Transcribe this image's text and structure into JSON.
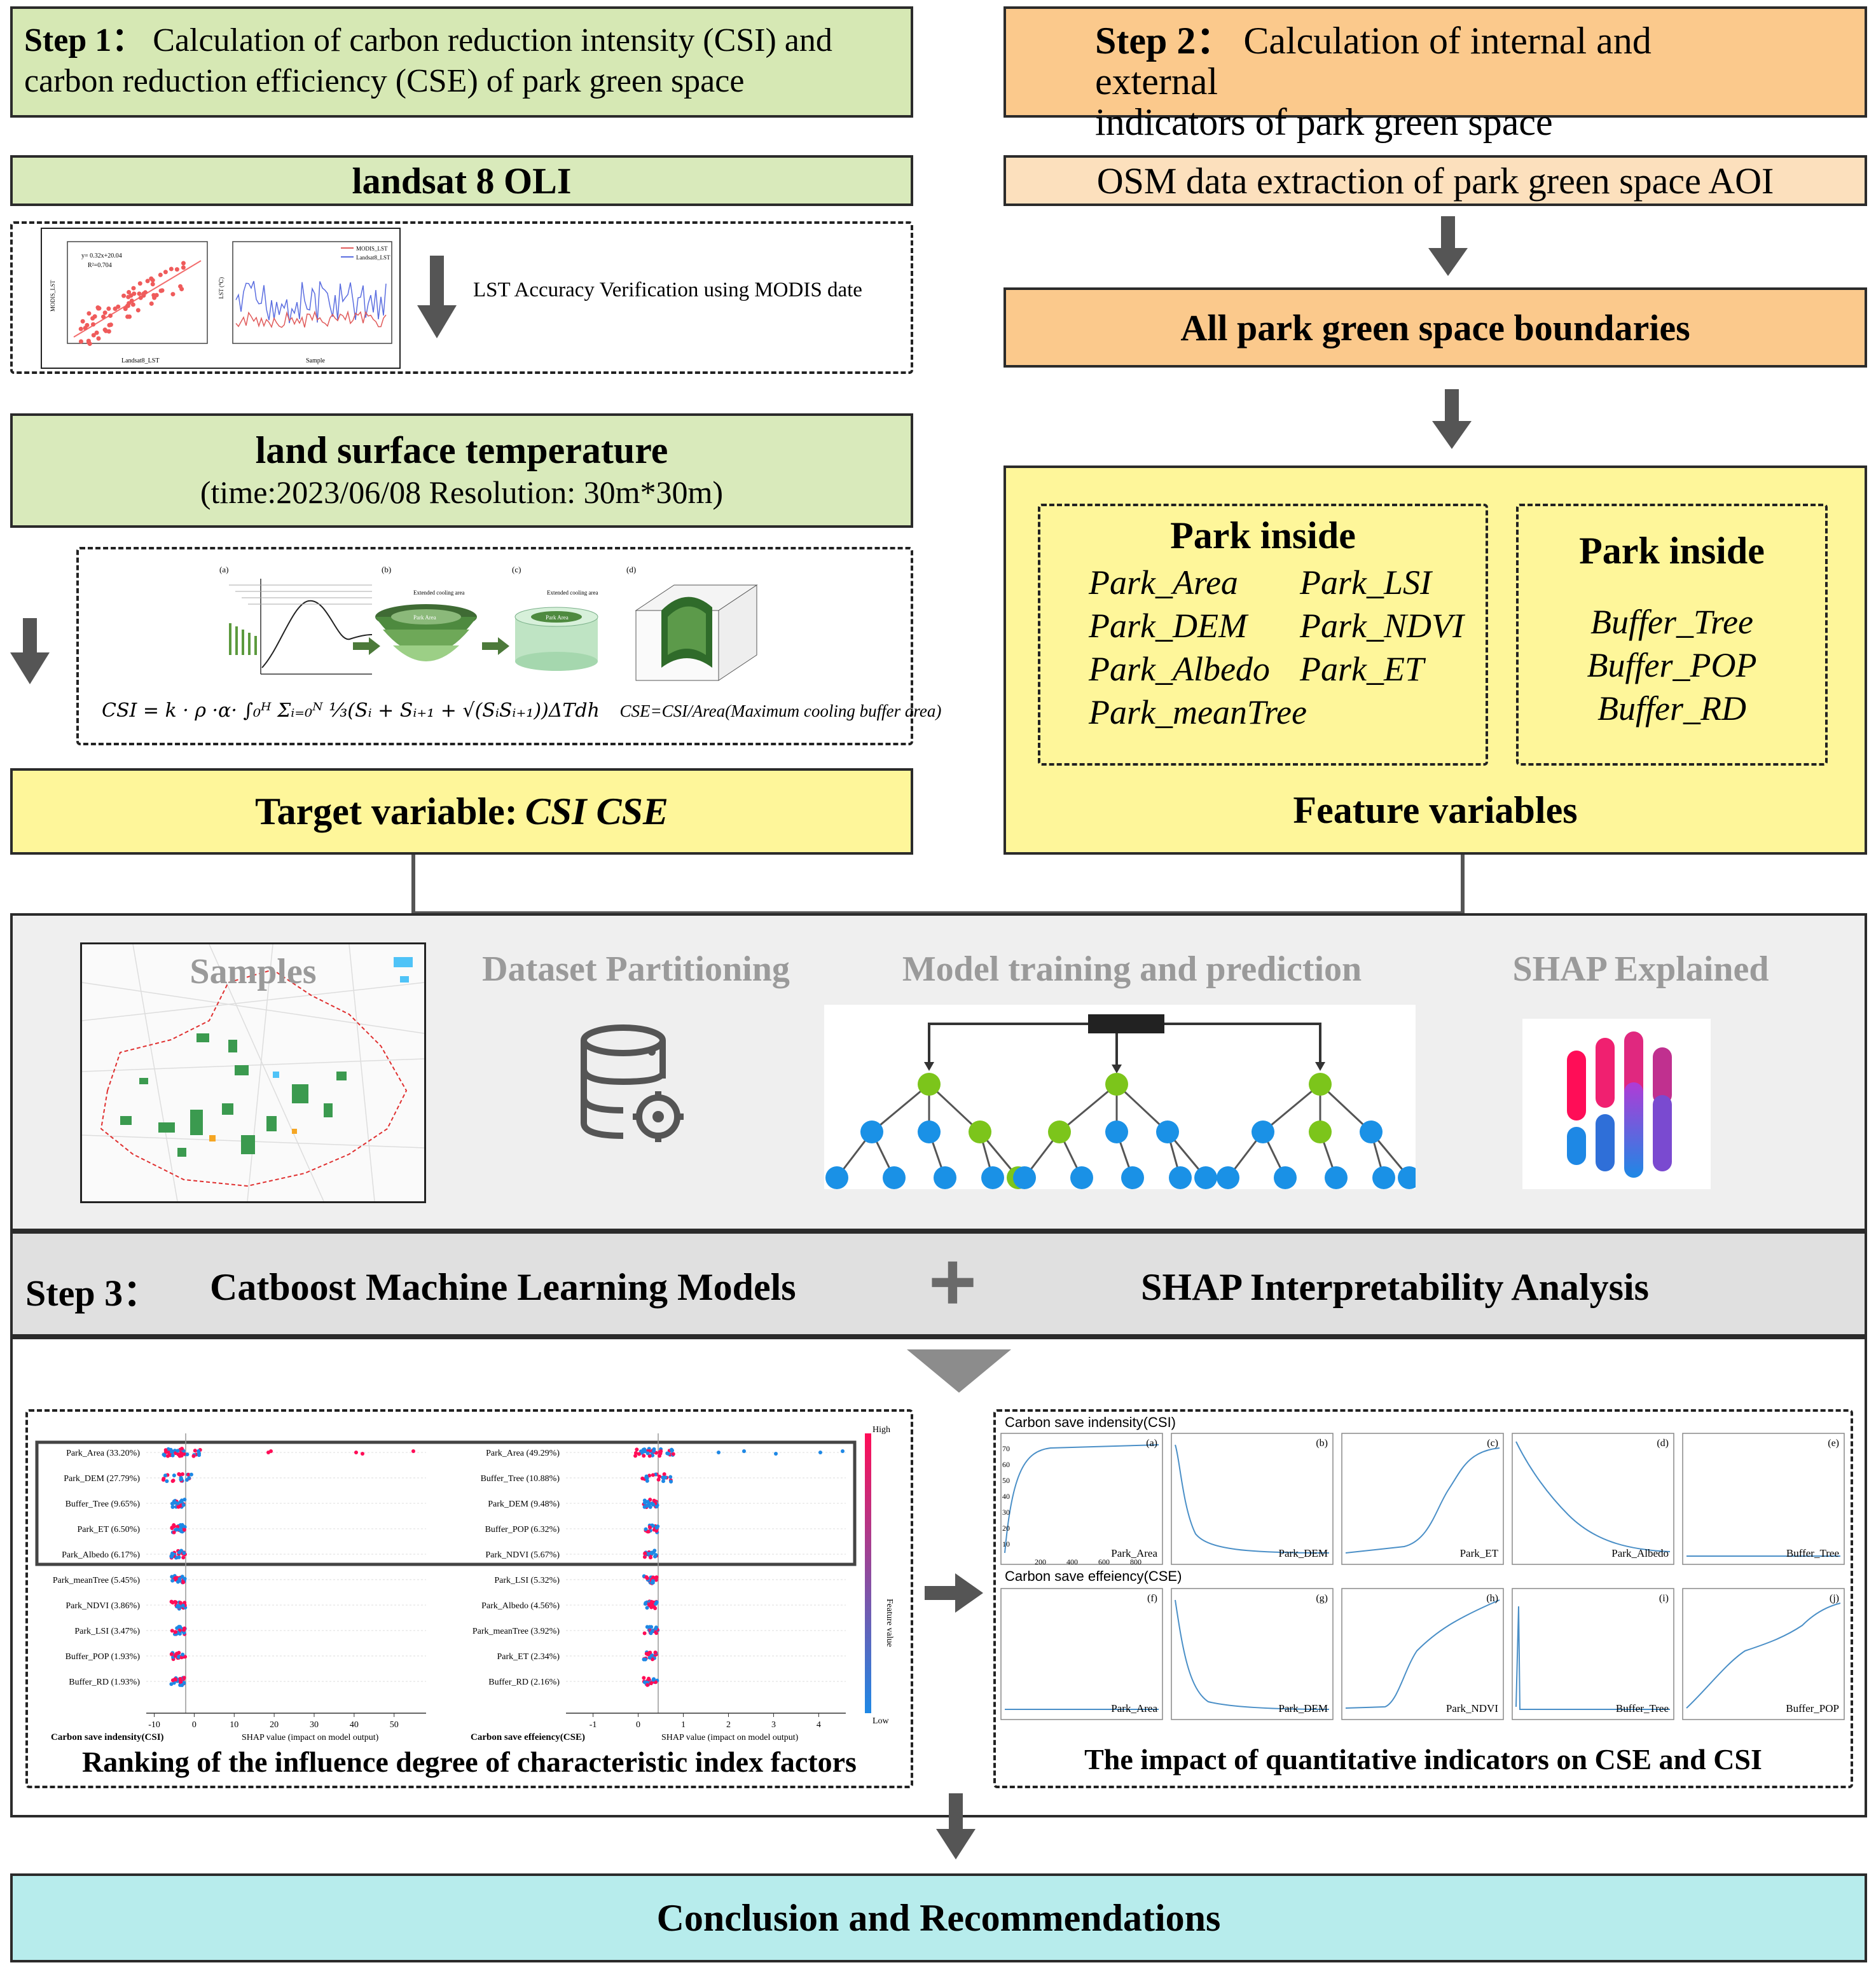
{
  "step1": {
    "heading_prefix": "Step 1",
    "colon": "：",
    "heading_text_line1": "Calculation of carbon reduction intensity (CSI) and",
    "heading_text_line2": "carbon reduction efficiency (CSE) of park green space",
    "landsat": "landsat 8 OLI",
    "lst_verification": "LST Accuracy Verification using MODIS date",
    "lst_title": "land surface temperature",
    "lst_subtitle": "(time:2023/06/08  Resolution: 30m*30m)",
    "formula_csi": "CSI = k · ρ ·α· ∫₀ᴴ Σᵢ₌₀ᴺ ⅓(Sᵢ + Sᵢ₊₁ + √(SᵢSᵢ₊₁))ΔTdh",
    "formula_cse": "CSE=CSI/Area(Maximum cooling buffer area)",
    "target_prefix": "Target variable: ",
    "target_vars": "CSI CSE",
    "scatter_eq": "y= 0.32x+20.04",
    "scatter_r2": "R²=0.704",
    "scatter_xlabel": "Landsat8_LST",
    "scatter_ylabel": "MODIS_LST",
    "line_xlabel": "Sample",
    "line_ylabel": "LST (℃)",
    "legend_modis": "MODIS_LST",
    "legend_landsat": "Landsat8_LST",
    "panel_a": "(a)",
    "panel_b": "(b)",
    "panel_c": "(c)",
    "panel_d": "(d)",
    "park_area_label": "Park Area",
    "extended_cooling": "Extended cooling area"
  },
  "step2": {
    "heading_prefix": "Step 2",
    "colon": "：",
    "heading_text_line1": "Calculation of internal and external",
    "heading_text_line2": "indicators of park green space",
    "osm": "OSM data extraction of park green space AOI",
    "boundaries": "All park green space boundaries",
    "inside_title": "Park inside",
    "inside_vars_left": [
      "Park_Area",
      "Park_DEM",
      "Park_Albedo",
      "Park_meanTree"
    ],
    "inside_vars_right": [
      "Park_LSI",
      "Park_NDVI",
      "Park_ET"
    ],
    "outside_title": "Park inside",
    "outside_vars": [
      "Buffer_Tree",
      "Buffer_POP",
      "Buffer_RD"
    ],
    "feature_vars": "Feature variables"
  },
  "step3": {
    "samples": "Samples",
    "partitioning": "Dataset Partitioning",
    "model": "Model training and prediction",
    "shap": "SHAP Explained",
    "heading_prefix": "Step 3",
    "colon": "：",
    "catboost": "Catboost Machine Learning Models",
    "plus": "+",
    "shap_analysis": "SHAP Interpretability Analysis",
    "ranking_caption": "Ranking of the influence degree of characteristic index factors",
    "impact_caption": "The impact of quantitative indicators on CSE and CSI",
    "csi_shap_title": "Carbon save indensity(CSI)",
    "cse_shap_title": "Carbon save effeiency(CSE)",
    "shap_axis": "SHAP value (impact on model output)",
    "feature_value": "Feature value",
    "high": "High",
    "low": "Low",
    "csi_features": [
      "Park_Area (33.20%)",
      "Park_DEM (27.79%)",
      "Buffer_Tree (9.65%)",
      "Park_ET (6.50%)",
      "Park_Albedo (6.17%)",
      "Park_meanTree (5.45%)",
      "Park_NDVI (3.86%)",
      "Park_LSI (3.47%)",
      "Buffer_POP (1.93%)",
      "Buffer_RD (1.93%)"
    ],
    "cse_features": [
      "Park_Area (49.29%)",
      "Buffer_Tree (10.88%)",
      "Park_DEM (9.48%)",
      "Buffer_POP (6.32%)",
      "Park_NDVI (5.67%)",
      "Park_LSI (5.32%)",
      "Park_Albedo (4.56%)",
      "Park_meanTree (3.92%)",
      "Park_ET (2.34%)",
      "Buffer_RD (2.16%)"
    ],
    "csi_ticks": [
      "-10",
      "0",
      "10",
      "20",
      "30",
      "40",
      "50"
    ],
    "cse_ticks": [
      "-1",
      "0",
      "1",
      "2",
      "3",
      "4"
    ],
    "pdp_csi_title": "Carbon save indensity(CSI)",
    "pdp_cse_title": "Carbon save effeiency(CSE)",
    "pdp_top": [
      {
        "letter": "(a)",
        "label": "Park_Area"
      },
      {
        "letter": "(b)",
        "label": "Park_DEM"
      },
      {
        "letter": "(c)",
        "label": "Park_ET"
      },
      {
        "letter": "(d)",
        "label": "Park_Albedo"
      },
      {
        "letter": "(e)",
        "label": "Buffer_Tree"
      }
    ],
    "pdp_bottom": [
      {
        "letter": "(f)",
        "label": "Park_Area"
      },
      {
        "letter": "(g)",
        "label": "Park_DEM"
      },
      {
        "letter": "(h)",
        "label": "Park_NDVI"
      },
      {
        "letter": "(i)",
        "label": "Buffer_Tree"
      },
      {
        "letter": "(j)",
        "label": "Buffer_POP"
      }
    ],
    "pdp_a_yticks": [
      "70",
      "60",
      "50",
      "40",
      "30",
      "20",
      "10"
    ],
    "pdp_a_xticks": [
      "200",
      "400",
      "600",
      "800"
    ]
  },
  "conclusion": "Conclusion and Recommendations",
  "colors": {
    "green": "#d6e8b4",
    "orange": "#fbc98c",
    "yellow": "#fef69a",
    "cyan": "#b7ecec",
    "arrow": "#555555"
  }
}
